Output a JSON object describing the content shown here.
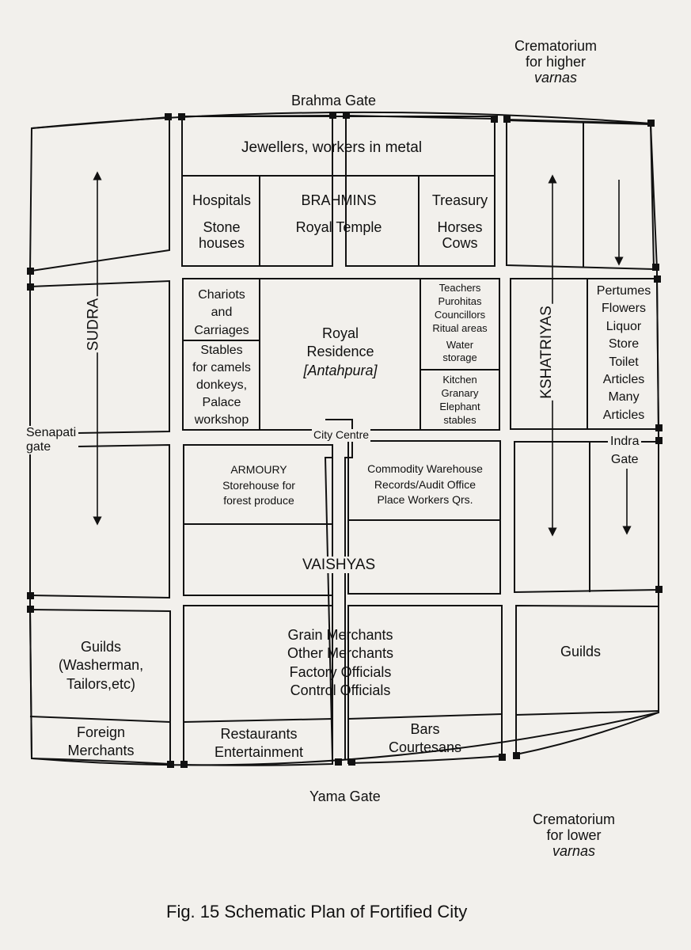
{
  "caption": "Fig. 15 Schematic Plan of Fortified City",
  "crematorium_higher": [
    "Crematorium",
    "for higher",
    "varnas"
  ],
  "crematorium_lower": [
    "Crematorium",
    "for lower",
    "varnas"
  ],
  "gates": {
    "north": "Brahma Gate",
    "south": "Yama Gate",
    "west": [
      "Senapati",
      "gate"
    ],
    "east": [
      "Indra",
      "Gate"
    ]
  },
  "centre": "City Centre",
  "zones": {
    "sudra": "SUDRA",
    "kshatriyas": "KSHATRIYAS",
    "vaishyas": "VAISHYAS"
  },
  "blocks": {
    "jewellers": "Jewellers, workers in metal",
    "hospitals": [
      "Hospitals",
      "Stone",
      "houses"
    ],
    "brahmins": [
      "BRAHMINS",
      "Royal Temple"
    ],
    "treasury": [
      "Treasury",
      "Horses",
      "Cows"
    ],
    "chariots": [
      "Chariots",
      "and",
      "Carriages"
    ],
    "stables": [
      "Stables",
      "for camels",
      "donkeys,",
      "Palace",
      "workshop"
    ],
    "royal_residence": [
      "Royal",
      "Residence",
      "[Antahpura]"
    ],
    "teachers": [
      "Teachers",
      "Purohitas",
      "Councillors",
      "Ritual areas",
      "Water",
      "storage"
    ],
    "kitchen": [
      "Kitchen",
      "Granary",
      "Elephant",
      "stables"
    ],
    "perfumes": [
      "Pertumes",
      "Flowers",
      "Liquor",
      "Store",
      "Toilet",
      "Articles",
      "Many",
      "Articles"
    ],
    "armoury": [
      "ARMOURY",
      "Storehouse for",
      "forest produce"
    ],
    "commodity": [
      "Commodity Warehouse",
      "Records/Audit Office",
      "Place Workers Qrs."
    ],
    "guilds_west": [
      "Guilds",
      "(Washerman,",
      "Tailors,etc)"
    ],
    "merchants": [
      "Grain Merchants",
      "Other Merchants",
      "Factory Officials",
      "Control Officials"
    ],
    "guilds_east": "Guilds",
    "foreign": [
      "Foreign",
      "Merchants"
    ],
    "restaurants": [
      "Restaurants",
      "Entertainment"
    ],
    "bars": [
      "Bars",
      "Courtesans"
    ]
  }
}
